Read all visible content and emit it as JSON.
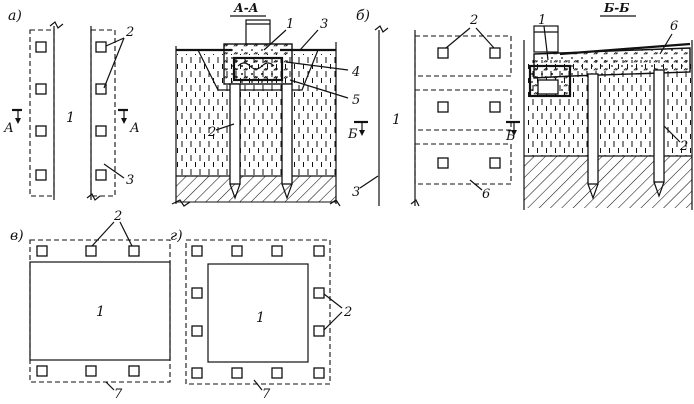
{
  "panels": {
    "a": "а)",
    "b": "б)",
    "v": "в)",
    "g": "г)"
  },
  "sections": {
    "aa": "А-А",
    "bb": "Б-Б"
  },
  "markers": {
    "a_left": "А",
    "a_right": "А",
    "b_left": "Б",
    "b_right": "Б"
  },
  "callouts": {
    "one": "1",
    "two": "2",
    "three": "3",
    "four": "4",
    "five": "5",
    "six": "6",
    "seven": "7"
  }
}
